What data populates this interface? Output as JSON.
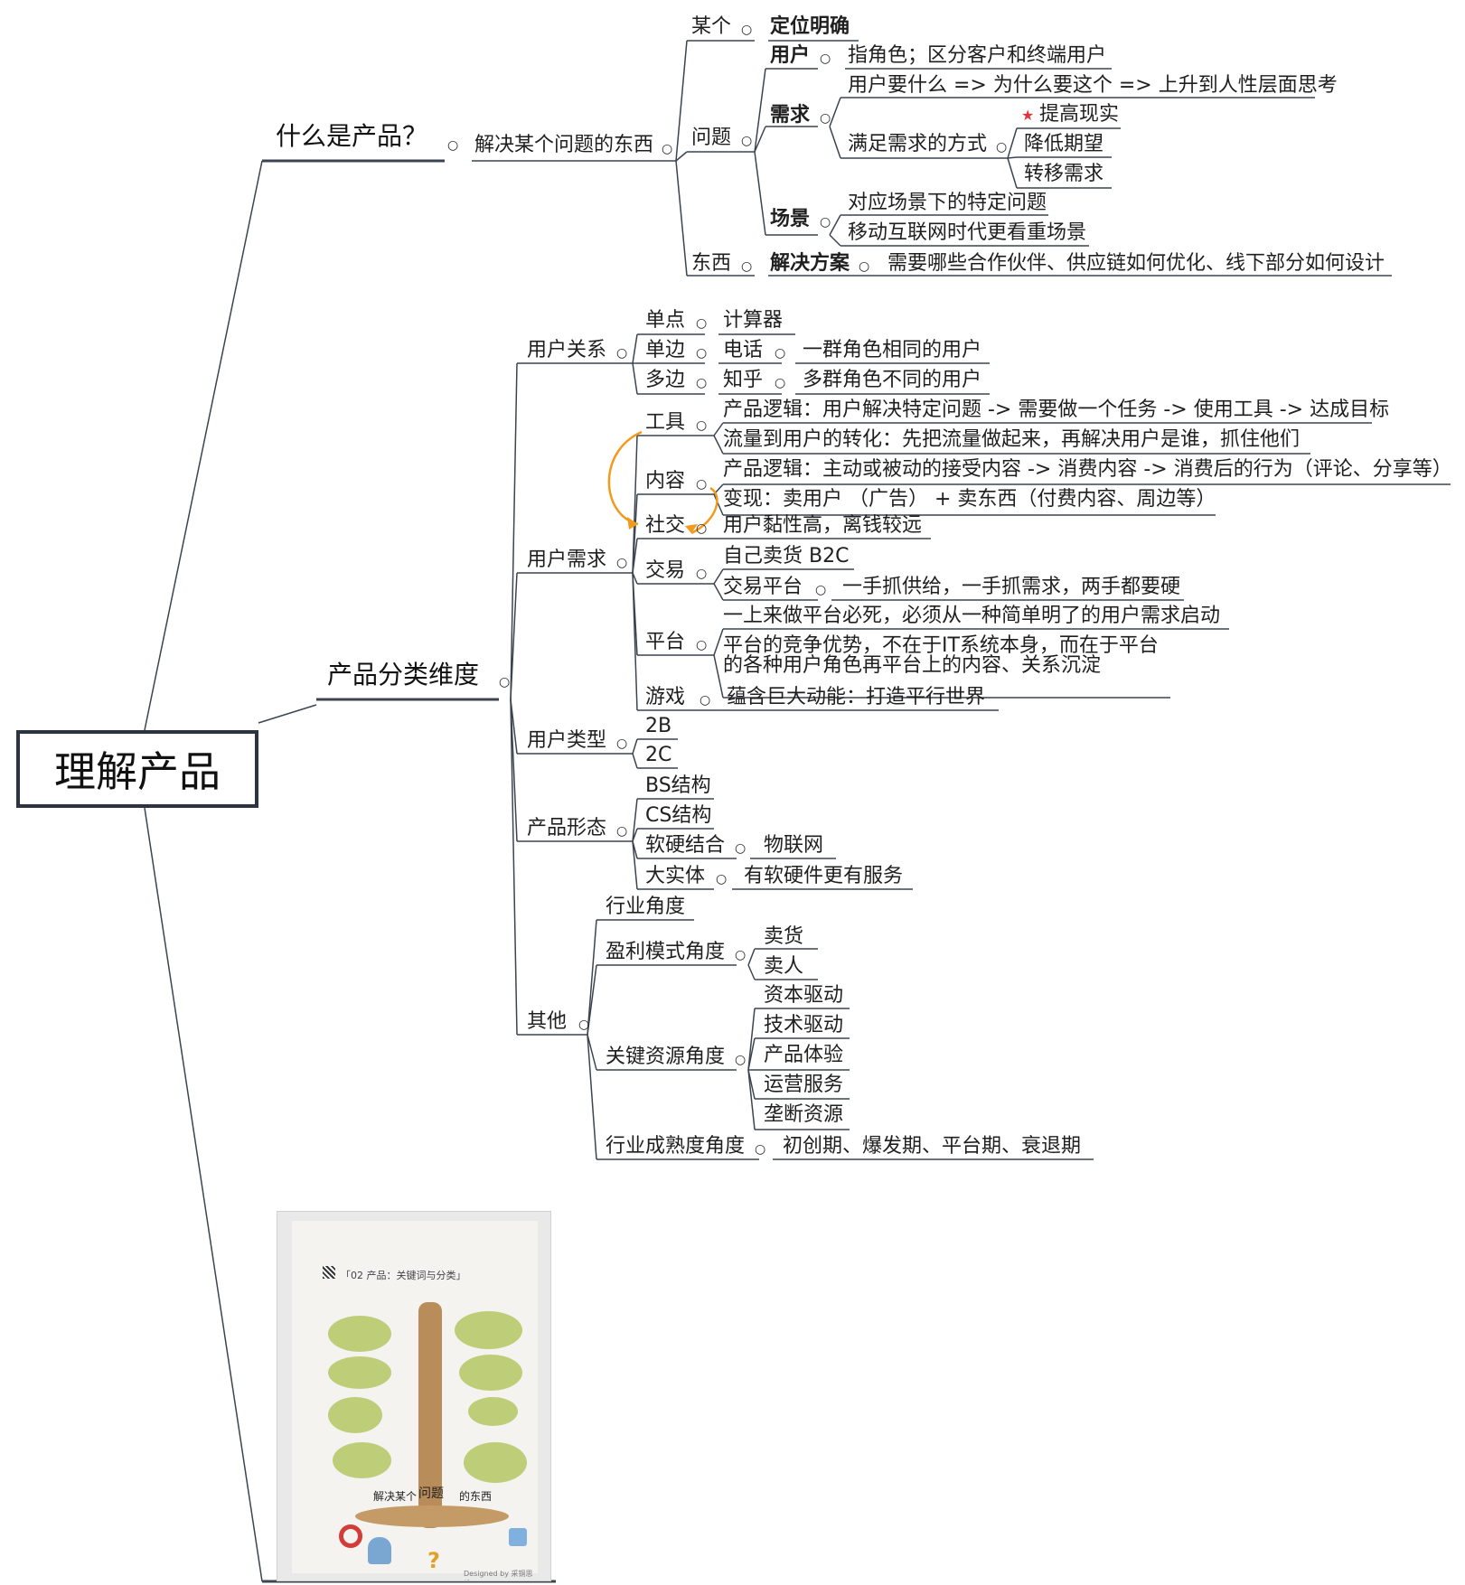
{
  "root": "理解产品",
  "branch1": {
    "title": "什么是产品？",
    "child": "解决某个问题的东西",
    "mouge": {
      "label": "某个",
      "value": "定位明确"
    },
    "wenti": {
      "label": "问题",
      "user": {
        "label": "用户",
        "value": "指角色；区分客户和终端用户"
      },
      "need": {
        "label": "需求",
        "what": "用户要什么 => 为什么要这个 => 上升到人性层面思考",
        "ways": {
          "label": "满足需求的方式",
          "items": [
            "提高现实",
            "降低期望",
            "转移需求"
          ]
        }
      },
      "scene": {
        "label": "场景",
        "items": [
          "对应场景下的特定问题",
          "移动互联网时代更看重场景"
        ]
      }
    },
    "dongxi": {
      "label": "东西",
      "sol": "解决方案",
      "value": "需要哪些合作伙伴、供应链如何优化、线下部分如何设计"
    }
  },
  "branch2": {
    "title": "产品分类维度",
    "relation": {
      "label": "用户关系",
      "rows": [
        {
          "a": "单点",
          "b": "计算器",
          "c": ""
        },
        {
          "a": "单边",
          "b": "电话",
          "c": "一群角色相同的用户"
        },
        {
          "a": "多边",
          "b": "知乎",
          "c": "多群角色不同的用户"
        }
      ]
    },
    "needs": {
      "label": "用户需求",
      "tool": {
        "label": "工具",
        "items": [
          "产品逻辑：用户解决特定问题 -> 需要做一个任务 -> 使用工具 -> 达成目标",
          "流量到用户的转化：先把流量做起来，再解决用户是谁，抓住他们"
        ]
      },
      "content": {
        "label": "内容",
        "items": [
          "产品逻辑：主动或被动的接受内容 -> 消费内容 -> 消费后的行为（评论、分享等）",
          "变现：卖用户 （广告） + 卖东西（付费内容、周边等）"
        ]
      },
      "social": {
        "label": "社交",
        "value": "用户黏性高，离钱较远"
      },
      "trade": {
        "label": "交易",
        "items": [
          "自己卖货 B2C",
          "交易平台"
        ],
        "platform_note": "一手抓供给，一手抓需求，两手都要硬"
      },
      "platform": {
        "label": "平台",
        "items": [
          "一上来做平台必死，必须从一种简单明了的用户需求启动",
          "平台的竞争优势，不在于IT系统本身，而在于平台",
          "的各种用户角色再平台上的内容、关系沉淀"
        ]
      },
      "game": {
        "label": "游戏",
        "value": "蕴含巨大动能：打造平行世界"
      }
    },
    "types": {
      "label": "用户类型",
      "items": [
        "2B",
        "2C"
      ]
    },
    "forms": {
      "label": "产品形态",
      "items": [
        "BS结构",
        "CS结构",
        "软硬结合",
        "大实体"
      ],
      "iot": "物联网",
      "service": "有软硬件更有服务"
    },
    "other": {
      "label": "其他",
      "industry": "行业角度",
      "profit": {
        "label": "盈利模式角度",
        "items": [
          "卖货",
          "卖人"
        ]
      },
      "resource": {
        "label": "关键资源角度",
        "items": [
          "资本驱动",
          "技术驱动",
          "产品体验",
          "运营服务",
          "垄断资源"
        ]
      },
      "maturity": {
        "label": "行业成熟度角度",
        "value": "初创期、爆发期、平台期、衰退期"
      }
    }
  },
  "photo": {
    "header": "「02 产品：关键词与分类」",
    "footer": "Designed by 采铜思维",
    "words": [
      "解决某个",
      "问题",
      "的东西"
    ]
  }
}
